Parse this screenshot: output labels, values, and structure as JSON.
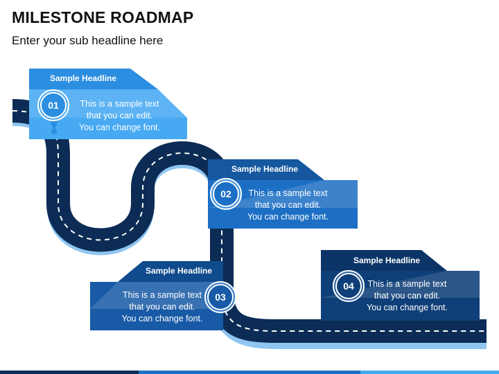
{
  "header": {
    "title": "MILESTONE ROADMAP",
    "subtitle": "Enter your sub headline here"
  },
  "milestones": [
    {
      "number": "01",
      "headline": "Sample Headline",
      "lines": [
        "This is a sample text",
        "that you can edit.",
        "You can change font."
      ],
      "color": "#3da2ee"
    },
    {
      "number": "02",
      "headline": "Sample Headline",
      "lines": [
        "This is a sample text",
        "that you can edit.",
        "You can change font."
      ],
      "color": "#1c6fc4"
    },
    {
      "number": "03",
      "headline": "Sample Headline",
      "lines": [
        "This is a sample text",
        "that you can edit.",
        "You can change font."
      ],
      "color": "#185aa6"
    },
    {
      "number": "04",
      "headline": "Sample Headline",
      "lines": [
        "This is a sample text",
        "that you can edit.",
        "You can change font."
      ],
      "color": "#0f3f78"
    }
  ],
  "colors": {
    "road": "#0c2c55",
    "road_shadow": "#8fc6f1",
    "lane": "#ffffff"
  }
}
